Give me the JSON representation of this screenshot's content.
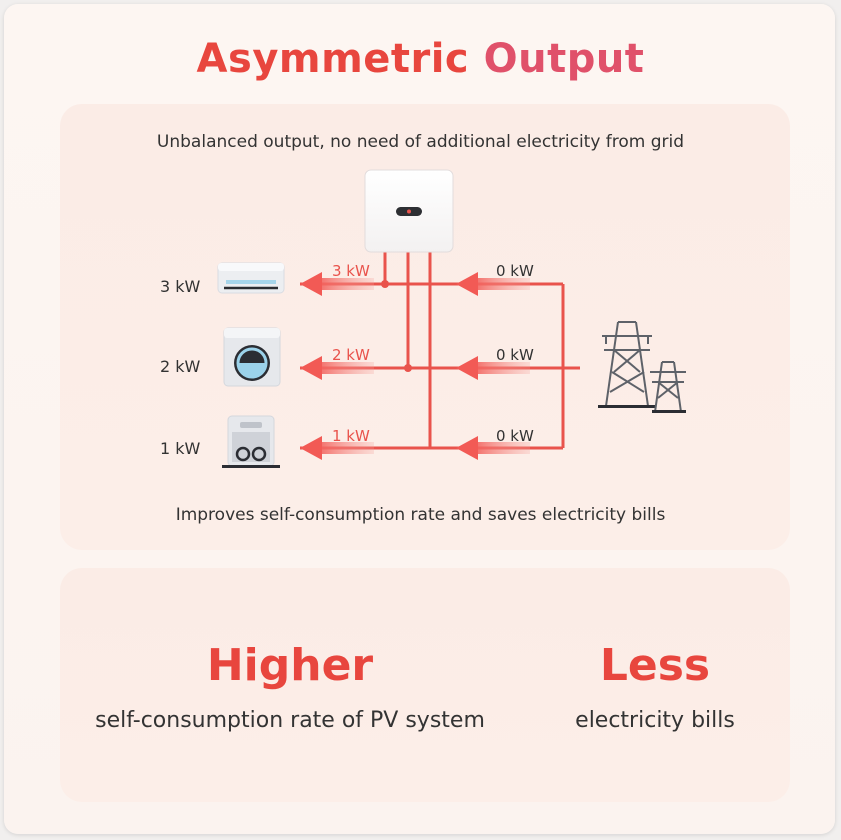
{
  "title_part1": "Asymmetric",
  "title_part2": "Output",
  "caption_top": "Unbalanced output, no need of additional electricity from grid",
  "caption_bottom": "Improves self-consumption rate and saves electricity bills",
  "loads": [
    {
      "icon": "air-conditioner-icon",
      "value": "3 kW",
      "inverter": "3 kW",
      "grid": "0 kW"
    },
    {
      "icon": "washing-machine-icon",
      "value": "2 kW",
      "inverter": "2 kW",
      "grid": "0 kW"
    },
    {
      "icon": "dishwasher-icon",
      "value": "1 kW",
      "inverter": "1 kW",
      "grid": "0 kW"
    }
  ],
  "benefits": {
    "higher": {
      "headline": "Higher",
      "text": "self-consumption rate of PV system"
    },
    "less": {
      "headline": "Less",
      "text": "electricity bills"
    }
  },
  "colors": {
    "accent": "#e8463e",
    "accent_pink": "#e0516a",
    "line": "#e9534c"
  }
}
